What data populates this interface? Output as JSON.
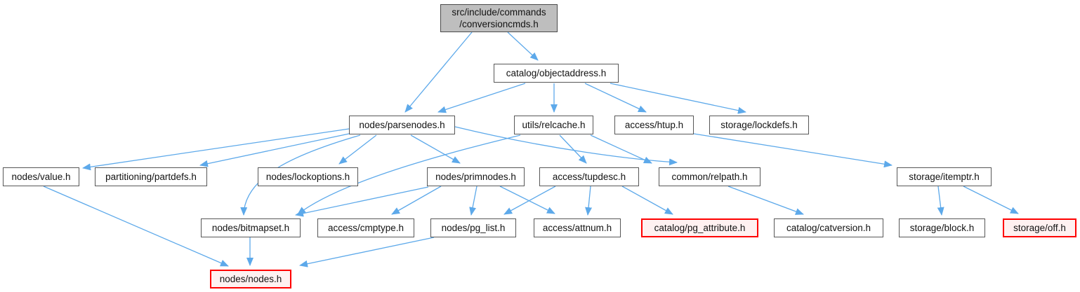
{
  "graph": {
    "type": "include-dependency-graph",
    "colors": {
      "edge": "#5da9ea",
      "node_background": "#ffffff",
      "node_border": "#575757",
      "root_background": "#bebebe",
      "root_border": "#4a4a4a",
      "red_border": "#ff0000",
      "red_background": "#fff1f1",
      "text": "#121212"
    },
    "nodes": {
      "conversioncmds": {
        "label_line1": "src/include/commands",
        "label_line2": "/conversioncmds.h",
        "style": "root"
      },
      "objectaddress": {
        "label": "catalog/objectaddress.h",
        "style": "normal"
      },
      "parsenodes": {
        "label": "nodes/parsenodes.h",
        "style": "normal"
      },
      "relcache": {
        "label": "utils/relcache.h",
        "style": "normal"
      },
      "htup": {
        "label": "access/htup.h",
        "style": "normal"
      },
      "lockdefs": {
        "label": "storage/lockdefs.h",
        "style": "normal"
      },
      "value": {
        "label": "nodes/value.h",
        "style": "normal"
      },
      "partdefs": {
        "label": "partitioning/partdefs.h",
        "style": "normal"
      },
      "lockoptions": {
        "label": "nodes/lockoptions.h",
        "style": "normal"
      },
      "primnodes": {
        "label": "nodes/primnodes.h",
        "style": "normal"
      },
      "tupdesc": {
        "label": "access/tupdesc.h",
        "style": "normal"
      },
      "relpath": {
        "label": "common/relpath.h",
        "style": "normal"
      },
      "itemptr": {
        "label": "storage/itemptr.h",
        "style": "normal"
      },
      "bitmapset": {
        "label": "nodes/bitmapset.h",
        "style": "normal"
      },
      "cmptype": {
        "label": "access/cmptype.h",
        "style": "normal"
      },
      "pg_list": {
        "label": "nodes/pg_list.h",
        "style": "normal"
      },
      "attnum": {
        "label": "access/attnum.h",
        "style": "normal"
      },
      "pg_attribute": {
        "label": "catalog/pg_attribute.h",
        "style": "red"
      },
      "catversion": {
        "label": "catalog/catversion.h",
        "style": "normal"
      },
      "block": {
        "label": "storage/block.h",
        "style": "normal"
      },
      "off": {
        "label": "storage/off.h",
        "style": "red"
      },
      "nodes_h": {
        "label": "nodes/nodes.h",
        "style": "red"
      }
    },
    "edges": [
      {
        "from": "conversioncmds",
        "to": "parsenodes"
      },
      {
        "from": "conversioncmds",
        "to": "objectaddress"
      },
      {
        "from": "objectaddress",
        "to": "parsenodes"
      },
      {
        "from": "objectaddress",
        "to": "relcache"
      },
      {
        "from": "objectaddress",
        "to": "htup"
      },
      {
        "from": "objectaddress",
        "to": "lockdefs"
      },
      {
        "from": "parsenodes",
        "to": "value"
      },
      {
        "from": "parsenodes",
        "to": "partdefs"
      },
      {
        "from": "parsenodes",
        "to": "lockoptions"
      },
      {
        "from": "parsenodes",
        "to": "primnodes"
      },
      {
        "from": "parsenodes",
        "to": "bitmapset"
      },
      {
        "from": "parsenodes",
        "to": "relpath"
      },
      {
        "from": "relcache",
        "to": "bitmapset"
      },
      {
        "from": "relcache",
        "to": "tupdesc"
      },
      {
        "from": "relcache",
        "to": "relpath"
      },
      {
        "from": "htup",
        "to": "itemptr"
      },
      {
        "from": "primnodes",
        "to": "bitmapset"
      },
      {
        "from": "primnodes",
        "to": "cmptype"
      },
      {
        "from": "primnodes",
        "to": "pg_list"
      },
      {
        "from": "primnodes",
        "to": "attnum"
      },
      {
        "from": "tupdesc",
        "to": "pg_list"
      },
      {
        "from": "tupdesc",
        "to": "attnum"
      },
      {
        "from": "tupdesc",
        "to": "pg_attribute"
      },
      {
        "from": "relpath",
        "to": "catversion"
      },
      {
        "from": "itemptr",
        "to": "block"
      },
      {
        "from": "itemptr",
        "to": "off"
      },
      {
        "from": "value",
        "to": "nodes_h"
      },
      {
        "from": "bitmapset",
        "to": "nodes_h"
      },
      {
        "from": "pg_list",
        "to": "nodes_h"
      }
    ]
  }
}
